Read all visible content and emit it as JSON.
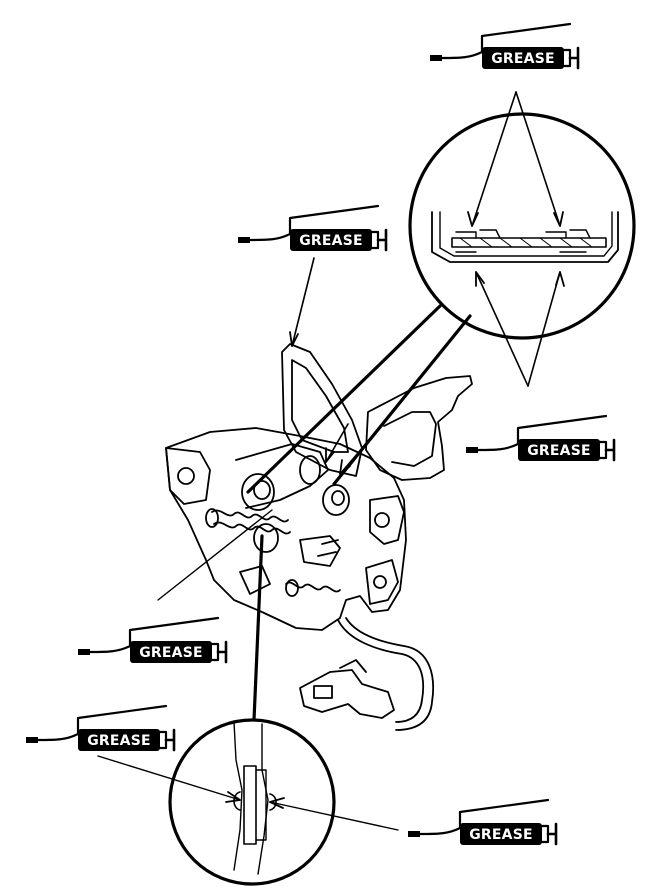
{
  "diagram": {
    "grease_labels": [
      {
        "id": "g1",
        "text": "GREASE"
      },
      {
        "id": "g2",
        "text": "GREASE"
      },
      {
        "id": "g3",
        "text": "GREASE"
      },
      {
        "id": "g4",
        "text": "GREASE"
      },
      {
        "id": "g5",
        "text": "GREASE"
      },
      {
        "id": "g6",
        "text": "GREASE"
      }
    ]
  }
}
